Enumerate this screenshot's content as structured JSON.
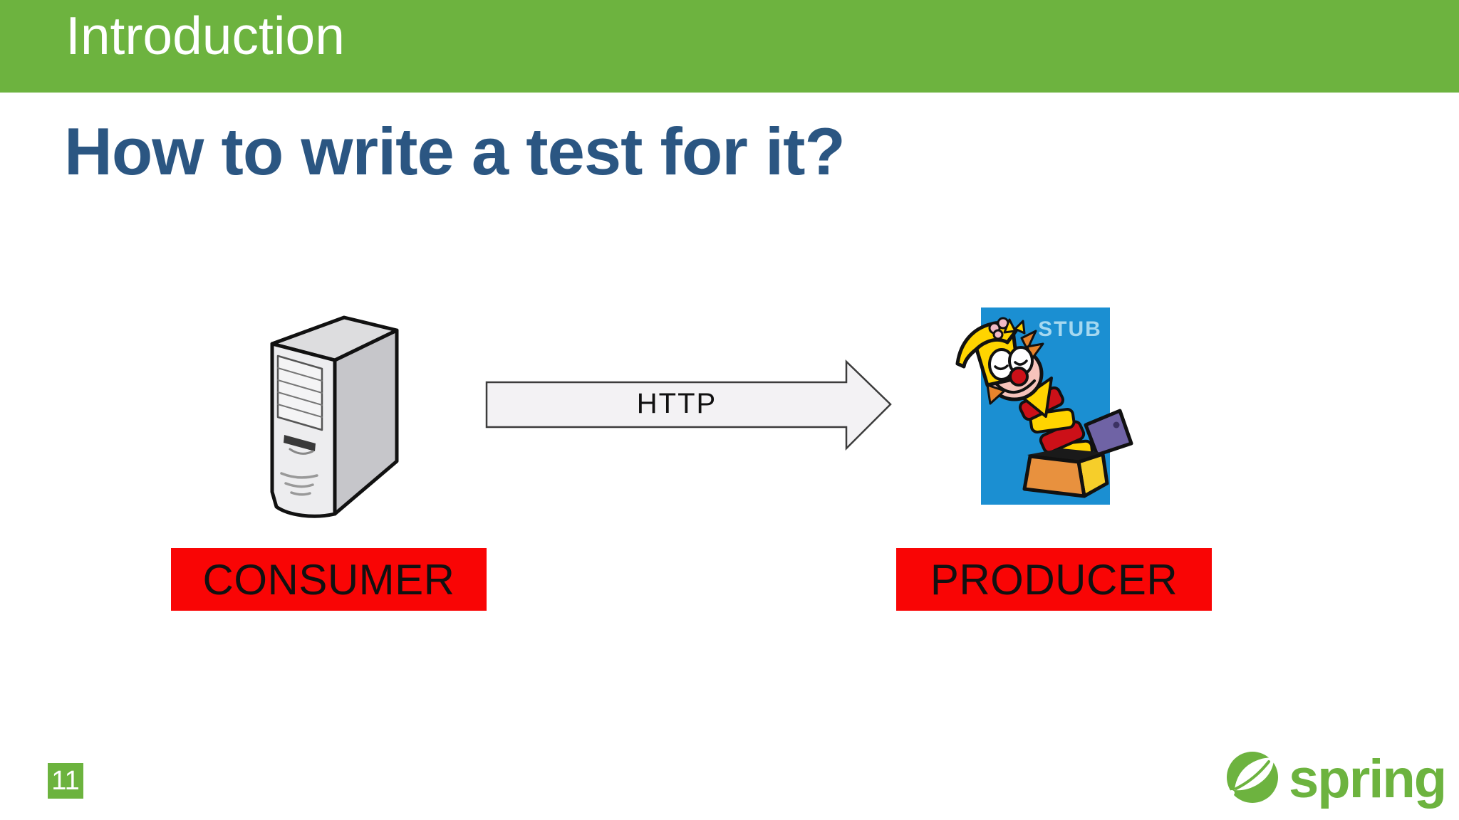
{
  "slide": {
    "section_header": "Introduction",
    "title": "How to write a test for it?",
    "page_number": "11"
  },
  "diagram": {
    "consumer": {
      "label": "CONSUMER",
      "icon": "server-tower-icon"
    },
    "arrow": {
      "label": "HTTP",
      "direction": "right"
    },
    "producer": {
      "label": "PRODUCER",
      "icon": "jack-in-the-box-stub-icon",
      "stub_tag": "STUB"
    }
  },
  "footer": {
    "brand_wordmark": "spring",
    "brand_icon": "spring-leaf-logo"
  },
  "colors": {
    "header_green": "#6DB33F",
    "title_blue": "#2B5682",
    "label_red": "#F90505",
    "stub_background_blue": "#1B8FD2",
    "stub_text_blue": "#A5D8F0",
    "spring_green": "#6DB33F",
    "arrow_fill": "#F3F2F4"
  }
}
